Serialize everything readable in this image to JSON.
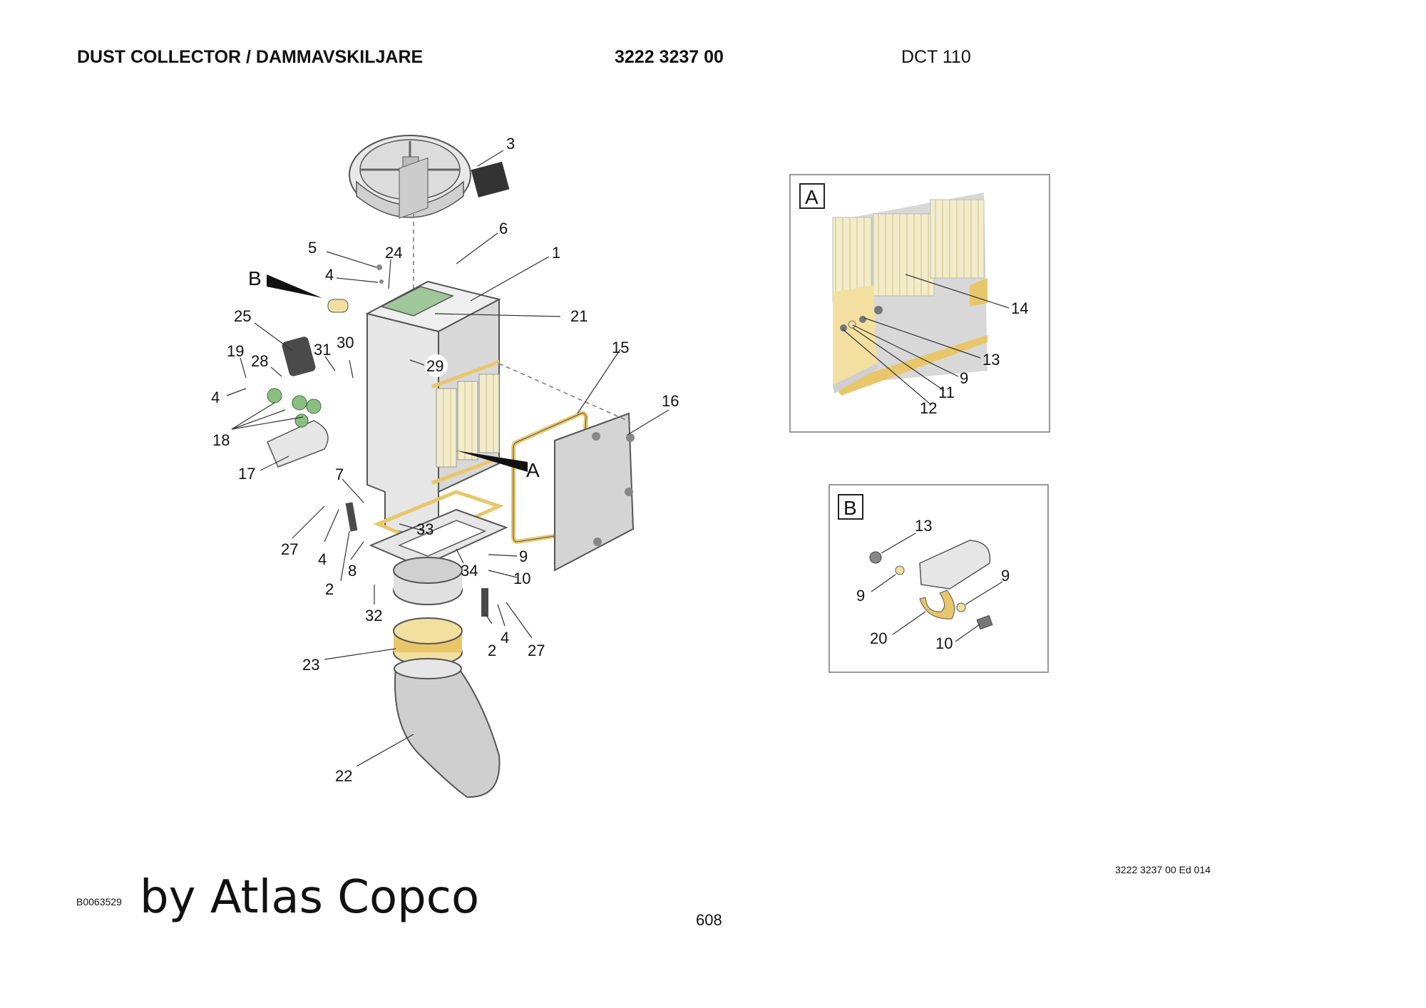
{
  "header": {
    "title": "DUST COLLECTOR / DAMMAVSKILJARE",
    "part_number": "3222 3237 00",
    "model": "DCT 110"
  },
  "main_callouts": [
    "3",
    "5",
    "24",
    "6",
    "1",
    "B",
    "4",
    "21",
    "25",
    "19",
    "28",
    "31",
    "30",
    "29",
    "15",
    "16",
    "4",
    "18",
    "17",
    "A",
    "7",
    "33",
    "27",
    "4",
    "9",
    "8",
    "34",
    "2",
    "10",
    "32",
    "2",
    "4",
    "27",
    "23",
    "22"
  ],
  "detail_a": {
    "label": "A",
    "callouts": [
      "14",
      "13",
      "9",
      "11",
      "12"
    ]
  },
  "detail_b": {
    "label": "B",
    "callouts": [
      "13",
      "9",
      "9",
      "20",
      "10"
    ]
  },
  "footer": {
    "drawing_id": "B0063529",
    "brand_text": "by Atlas Copco",
    "edition": "3222 3237 00 Ed 014",
    "page_number": "608"
  },
  "colors": {
    "filter_cream": "#f3eccb",
    "gasket_yellow": "#e8c66a",
    "panel_grey": "#d4d4d4",
    "gasket_green": "#9fc79a",
    "dark_grey": "#4a4a4a"
  }
}
